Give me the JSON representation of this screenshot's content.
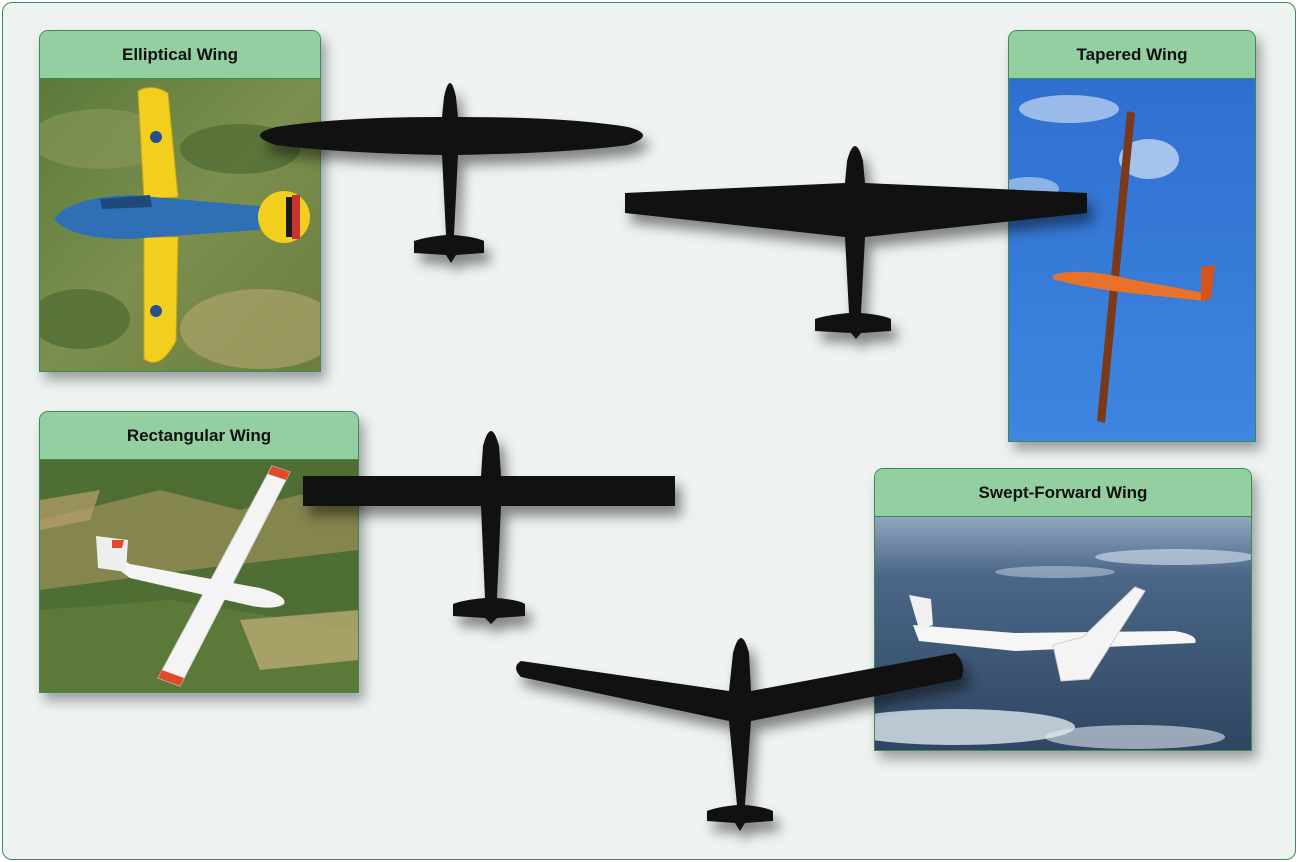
{
  "cards": {
    "elliptical": {
      "label": "Elliptical Wing"
    },
    "tapered": {
      "label": "Tapered Wing"
    },
    "rectangular": {
      "label": "Rectangular Wing"
    },
    "swept_forward": {
      "label": "Swept-Forward Wing"
    }
  },
  "colors": {
    "border": "#3d8a55",
    "label_bg": "#94cfa2",
    "background": "#eef3f2",
    "silhouette": "#111111"
  }
}
